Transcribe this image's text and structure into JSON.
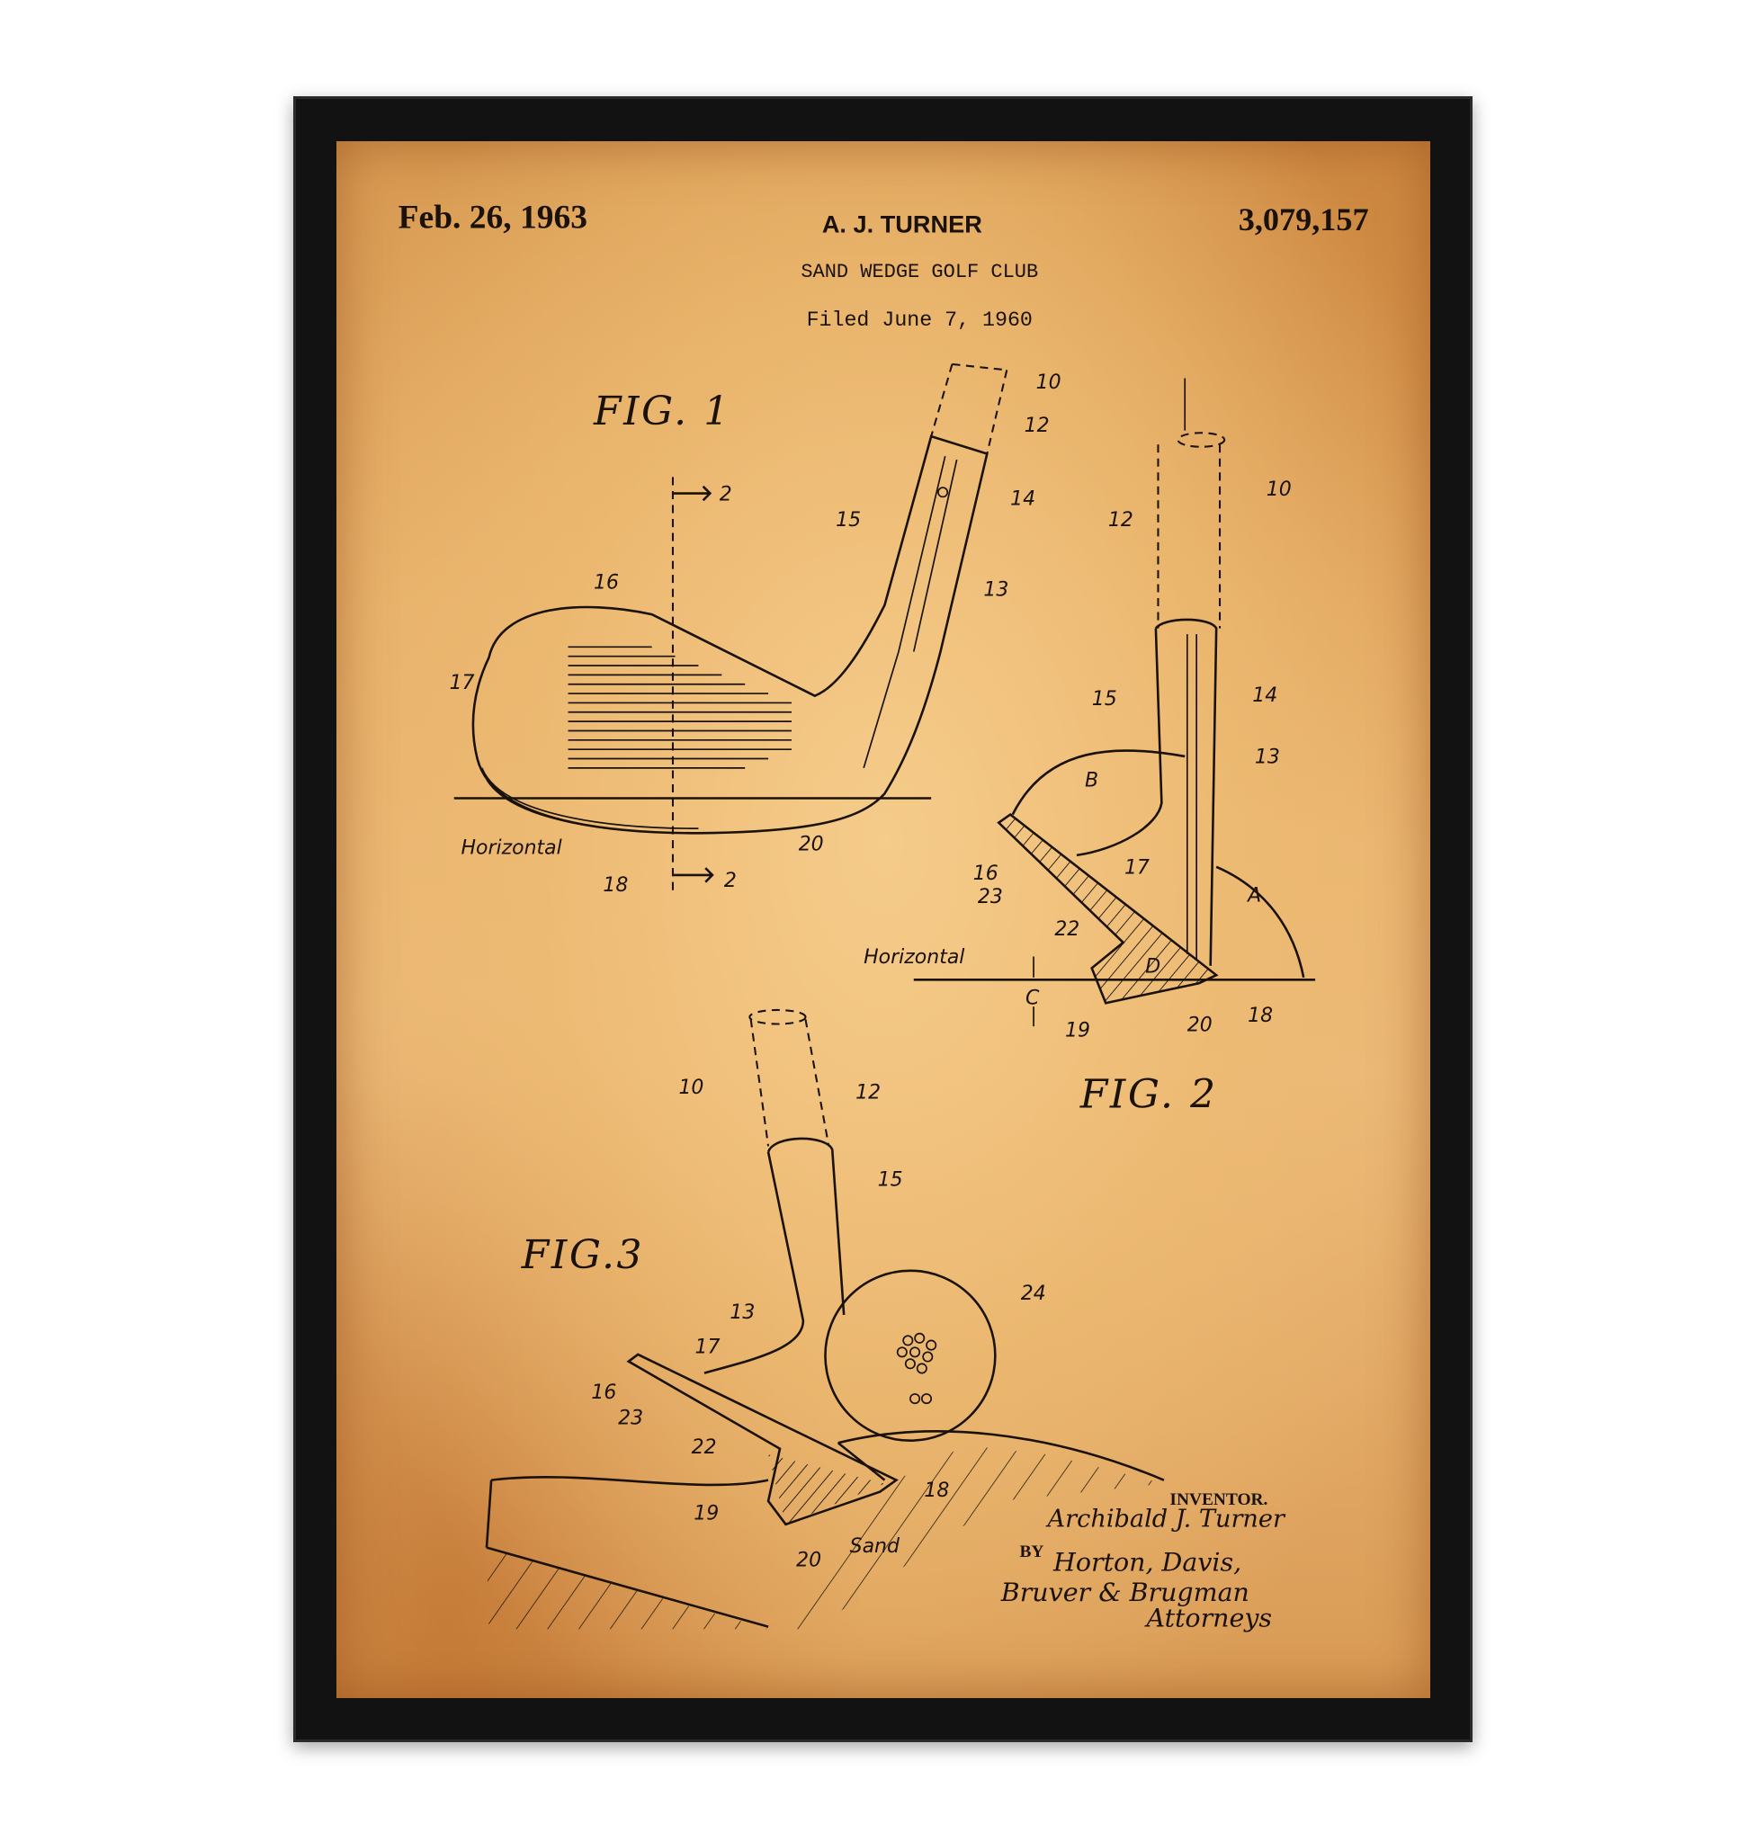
{
  "patent": {
    "date": "Feb. 26, 1963",
    "inventor_header": "A. J. TURNER",
    "title": "SAND WEDGE GOLF CLUB",
    "filed": "Filed June 7, 1960",
    "number": "3,079,157"
  },
  "figures": {
    "fig1": {
      "title": "FIG. 1",
      "labels": [
        "10",
        "12",
        "14",
        "15",
        "13",
        "16",
        "17",
        "Horizontal",
        "18",
        "20",
        "2",
        "2"
      ]
    },
    "fig2": {
      "title": "FIG. 2",
      "labels": [
        "10",
        "12",
        "15",
        "14",
        "13",
        "B",
        "A",
        "16",
        "17",
        "23",
        "22",
        "Horizontal",
        "D",
        "C",
        "19",
        "20",
        "18"
      ]
    },
    "fig3": {
      "title": "FIG.3",
      "labels": [
        "10",
        "12",
        "15",
        "13",
        "24",
        "17",
        "16",
        "23",
        "22",
        "18",
        "19",
        "Sand",
        "20"
      ]
    }
  },
  "signature": {
    "inventor_label": "INVENTOR.",
    "inventor_name": "Archibald J. Turner",
    "by": "BY",
    "attorneys_line1": "Horton, Davis,",
    "attorneys_line2": "Bruver & Brugman",
    "attorneys_label": "Attorneys"
  },
  "colors": {
    "frame": "#121212",
    "paper": "#e7b06a",
    "ink": "#1a120a"
  }
}
